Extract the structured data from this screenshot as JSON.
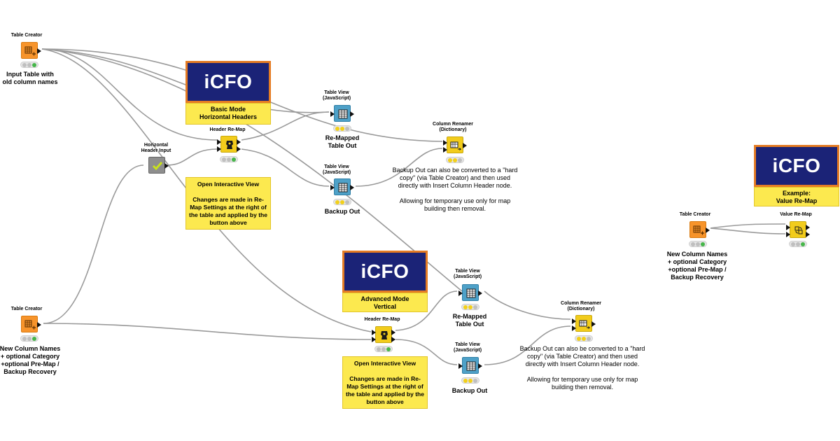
{
  "canvas": {
    "background": "#ffffff",
    "wire_color": "#9a9a9a"
  },
  "colors": {
    "logo_bg": "#1b2377",
    "logo_border": "#e57c24",
    "note_bg": "#fce94f",
    "creator": "#f7942b",
    "view": "#4ea1c8",
    "manipulator": "#f2cc1c",
    "quickform": "#8e8e8e"
  },
  "logos": [
    {
      "text": "iCFO",
      "caption_line1": "Basic Mode",
      "caption_line2": "Horizontal Headers"
    },
    {
      "text": "iCFO",
      "caption_line1": "Advanced Mode",
      "caption_line2": "Vertical"
    },
    {
      "text": "iCFO",
      "caption_line1": "Example:",
      "caption_line2": "Value Re-Map"
    }
  ],
  "nodes": {
    "creator_top": {
      "title": "Table Creator",
      "label": "Input Table with\nold column names",
      "icon": "table-plus-icon"
    },
    "creator_bottom": {
      "title": "Table Creator",
      "label": "New Column Names\n+ optional Category\n+optional Pre-Map /\nBackup Recovery",
      "icon": "table-plus-icon"
    },
    "creator_right": {
      "title": "Table Creator",
      "label": "New Column Names\n+ optional Category\n+optional Pre-Map /\nBackup Recovery",
      "icon": "table-plus-icon"
    },
    "header_input": {
      "title": "Horizontal\nHeader Input",
      "icon": "checkmark-icon"
    },
    "remap_top": {
      "title": "Header Re-Map",
      "icon": "map-node-icon"
    },
    "remap_bottom": {
      "title": "Header Re-Map",
      "icon": "map-node-icon"
    },
    "value_remap": {
      "title": "Value Re-Map",
      "icon": "value-map-icon"
    },
    "view_top_remapped": {
      "title": "Table View\n(JavaScript)",
      "label": "Re-Mapped\nTable Out",
      "icon": "table-view-icon"
    },
    "view_top_backup": {
      "title": "Table View\n(JavaScript)",
      "label": "Backup Out",
      "icon": "table-view-icon"
    },
    "view_bottom_remapped": {
      "title": "Table View\n(JavaScript)",
      "label": "Re-Mapped\nTable Out",
      "icon": "table-view-icon"
    },
    "view_bottom_backup": {
      "title": "Table View\n(JavaScript)",
      "label": "Backup Out",
      "icon": "table-view-icon"
    },
    "renamer_top": {
      "title": "Column Renamer\n(Dictionary)",
      "icon": "rename-icon"
    },
    "renamer_bottom": {
      "title": "Column Renamer\n(Dictionary)",
      "icon": "rename-icon"
    }
  },
  "notes": {
    "interactive_title": "Open Interactive View",
    "interactive_body": "Changes are made in Re-Map Settings at the right of the table and applied by the button above",
    "backup_text_1": "Backup Out can also be converted to a \"hard copy\" (via Table Creator) and then used directly with Insert Column Header node.",
    "backup_text_2": "Allowing for temporary use only for map building then removal."
  }
}
